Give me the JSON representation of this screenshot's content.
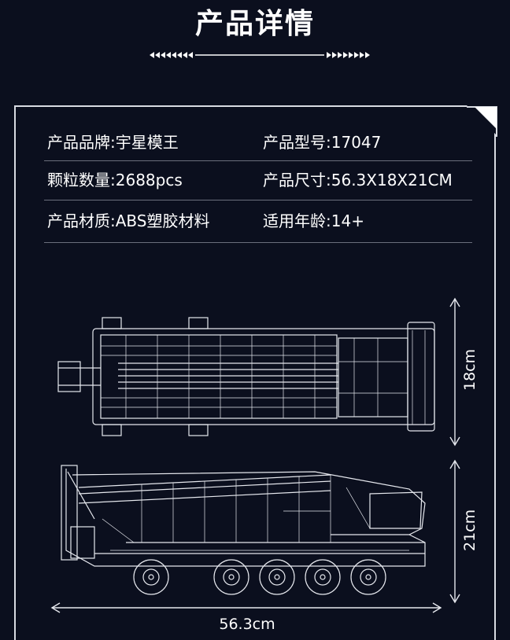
{
  "header": {
    "title": "产品详情"
  },
  "specs": {
    "rows": [
      {
        "left": {
          "label": "产品品牌:",
          "value": "宇星模王"
        },
        "right": {
          "label": "产品型号:",
          "value": "17047"
        }
      },
      {
        "left": {
          "label": "颗粒数量:",
          "value": "2688pcs"
        },
        "right": {
          "label": "产品尺寸:",
          "value": "56.3X18X21CM"
        }
      },
      {
        "left": {
          "label": "产品材质:",
          "value": "ABS塑胶材料"
        },
        "right": {
          "label": "适用年龄:",
          "value": "14+"
        }
      }
    ]
  },
  "dimensions": {
    "width": "18cm",
    "height": "21cm",
    "length": "56.3cm"
  },
  "colors": {
    "background": "#0b0f1e",
    "line": "#d8dbe2",
    "text": "#ffffff"
  }
}
